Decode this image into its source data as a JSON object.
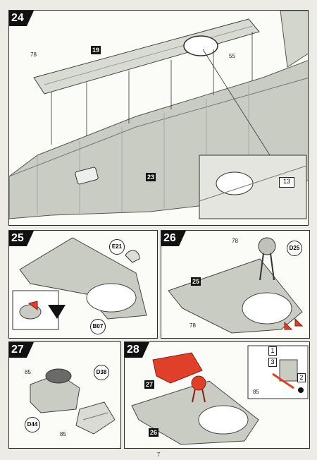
{
  "page_number": "7",
  "steps": {
    "s24": {
      "number": "24",
      "callouts": {
        "c78": "78",
        "c55": "55",
        "c13": "13"
      },
      "flags": {
        "f19": "19",
        "f23": "23"
      }
    },
    "s25": {
      "number": "25",
      "callouts": {
        "e21": "E21",
        "b07": "B07"
      }
    },
    "s26": {
      "number": "26",
      "callouts": {
        "c78a": "78",
        "d25": "D25",
        "c78b": "78"
      },
      "flags": {
        "f25": "25"
      }
    },
    "s27": {
      "number": "27",
      "callouts": {
        "c85a": "85",
        "d38": "D38",
        "d44": "D44",
        "c85b": "85"
      }
    },
    "s28": {
      "number": "28",
      "callouts": {
        "c85": "85"
      },
      "flags": {
        "f27": "27",
        "f26": "26"
      },
      "detail_boxes": {
        "b1": "1",
        "b3": "3",
        "b2": "2"
      }
    }
  },
  "colors": {
    "part_grey": "#c9ccc3",
    "highlight_red": "#e0402a",
    "ink": "#2b2b2b"
  }
}
